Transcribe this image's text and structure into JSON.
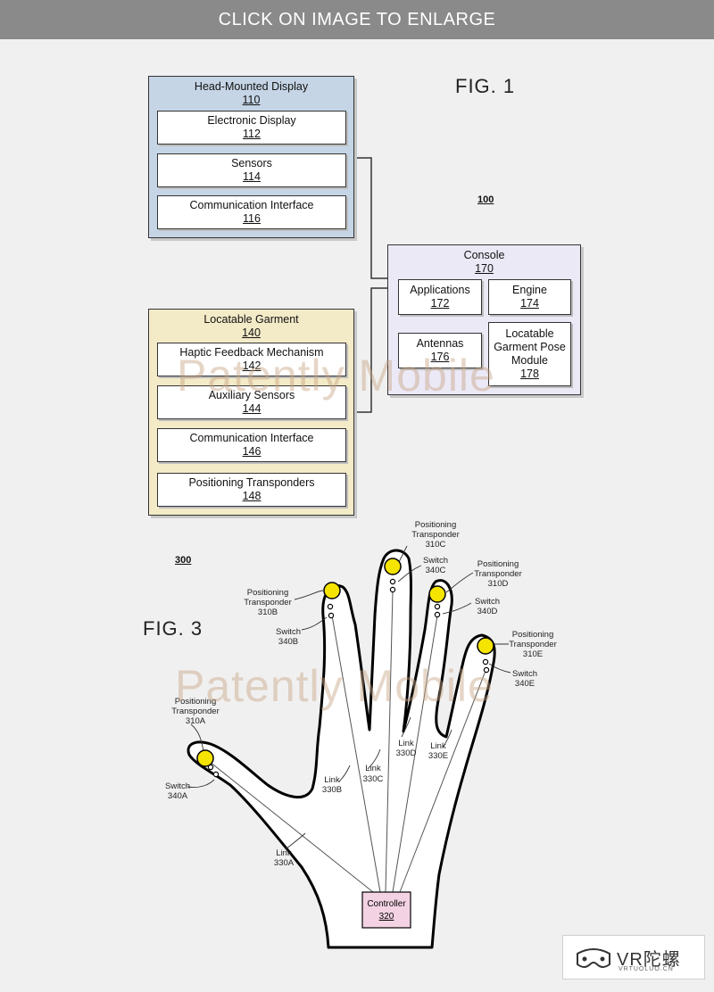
{
  "banner": {
    "text": "CLICK ON IMAGE TO ENLARGE"
  },
  "fig1": {
    "label": "FIG. 1",
    "ref": "100",
    "hmd": {
      "title": "Head-Mounted Display",
      "num": "110",
      "items": [
        {
          "label": "Electronic Display",
          "num": "112"
        },
        {
          "label": "Sensors",
          "num": "114"
        },
        {
          "label": "Communication Interface",
          "num": "116"
        }
      ]
    },
    "console": {
      "title": "Console",
      "num": "170",
      "items": [
        {
          "label": "Applications",
          "num": "172"
        },
        {
          "label": "Engine",
          "num": "174"
        },
        {
          "label": "Antennas",
          "num": "176"
        },
        {
          "label": "Locatable Garment Pose Module",
          "num": "178"
        }
      ]
    },
    "garment": {
      "title": "Locatable Garment",
      "num": "140",
      "items": [
        {
          "label": "Haptic Feedback Mechanism",
          "num": "142"
        },
        {
          "label": "Auxiliary Sensors",
          "num": "144"
        },
        {
          "label": "Communication Interface",
          "num": "146"
        },
        {
          "label": "Positioning Transponders",
          "num": "148"
        }
      ]
    }
  },
  "fig3": {
    "label": "FIG. 3",
    "ref": "300",
    "controller": {
      "label": "Controller",
      "num": "320"
    },
    "transponders": [
      {
        "line1": "Positioning",
        "line2": "Transponder",
        "num": "310A"
      },
      {
        "line1": "Positioning",
        "line2": "Transponder",
        "num": "310B"
      },
      {
        "line1": "Positioning",
        "line2": "Transponder",
        "num": "310C"
      },
      {
        "line1": "Positioning",
        "line2": "Transponder",
        "num": "310D"
      },
      {
        "line1": "Positioning",
        "line2": "Transponder",
        "num": "310E"
      }
    ],
    "switches": [
      {
        "label": "Switch",
        "num": "340A"
      },
      {
        "label": "Switch",
        "num": "340B"
      },
      {
        "label": "Switch",
        "num": "340C"
      },
      {
        "label": "Switch",
        "num": "340D"
      },
      {
        "label": "Switch",
        "num": "340E"
      }
    ],
    "links": [
      {
        "label": "Link",
        "num": "330A"
      },
      {
        "label": "Link",
        "num": "330B"
      },
      {
        "label": "Link",
        "num": "330C"
      },
      {
        "label": "Link",
        "num": "330D"
      },
      {
        "label": "Link",
        "num": "330E"
      }
    ]
  },
  "watermark": {
    "text": "Patently Mobile"
  },
  "logo": {
    "main": "VR陀螺",
    "sub": "VRTUOLUO.CN"
  },
  "colors": {
    "hmd": "#c5d5e6",
    "garment": "#f3eac7",
    "console": "#ece9f7",
    "transponder": "#f5e400",
    "controller": "#f3d3e3"
  }
}
